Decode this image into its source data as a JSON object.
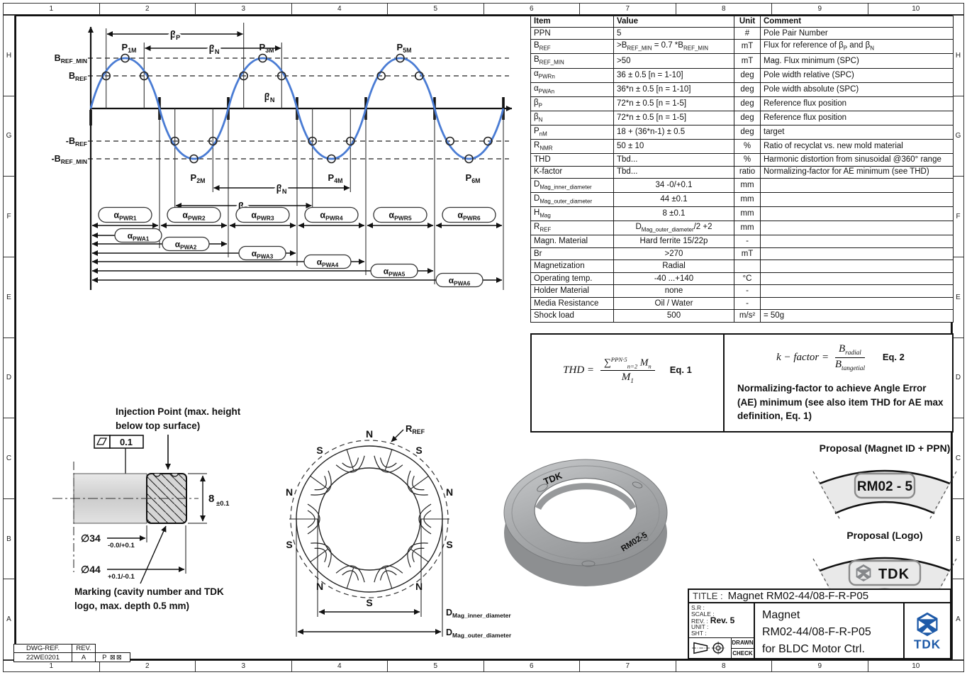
{
  "colors": {
    "wave": "#4a7cd4",
    "tdk_blue": "#1e5aa8",
    "segment_fill": "#e9e9e9"
  },
  "frame": {
    "cols": [
      "1",
      "2",
      "3",
      "4",
      "5",
      "6",
      "7",
      "8",
      "9",
      "10"
    ],
    "rows": [
      "H",
      "G",
      "F",
      "E",
      "D",
      "C",
      "B",
      "A"
    ]
  },
  "waveform": {
    "y_top": "B_{REF_MIN}",
    "y_ref": "B_{REF}",
    "y_nref": "-B_{REF}",
    "y_nmin": "-B_{REF_MIN}",
    "beta_p": "β_{P}",
    "beta_n": "β_{N}",
    "peaks": [
      "P_{1M}",
      "P_{2M}",
      "P_{3M}",
      "P_{4M}",
      "P_{5M}",
      "P_{6M}"
    ],
    "pwr": [
      "α_{PWR1}",
      "α_{PWR2}",
      "α_{PWR3}",
      "α_{PWR4}",
      "α_{PWR5}",
      "α_{PWR6}"
    ],
    "pwa": [
      "α_{PWA1}",
      "α_{PWA2}",
      "α_{PWA3}",
      "α_{PWA4}",
      "α_{PWA5}",
      "α_{PWA6}"
    ]
  },
  "spec_table": {
    "headers": [
      "Item",
      "Value",
      "Unit",
      "Comment"
    ],
    "rows": [
      {
        "item": "PPN",
        "value": "5",
        "unit": "#",
        "comment": "Pole Pair Number"
      },
      {
        "item": "B_{REF}",
        "value": ">B_{REF_MIN} = 0.7 *B_{REF_MIN}",
        "unit": "mT",
        "comment": "Flux for reference of β_{P} and β_{N}"
      },
      {
        "item": "B_{REF_MIN}",
        "value": ">50",
        "unit": "mT",
        "comment": "Mag. Flux minimum (SPC)"
      },
      {
        "item": "α_{PWRn}",
        "value": "36 ± 0.5 [n = 1-10]",
        "unit": "deg",
        "comment": "Pole width relative (SPC)"
      },
      {
        "item": "α_{PWAn}",
        "value": "36*n ± 0.5 [n = 1-10]",
        "unit": "deg",
        "comment": "Pole width absolute (SPC)"
      },
      {
        "item": "β_{P}",
        "value": "72*n ± 0.5 [n = 1-5]",
        "unit": "deg",
        "comment": "Reference flux position"
      },
      {
        "item": "β_{N}",
        "value": "72*n ± 0.5 [n = 1-5]",
        "unit": "deg",
        "comment": "Reference flux position"
      },
      {
        "item": "P_{nM}",
        "value": "18 + (36*n-1) ± 0.5",
        "unit": "deg",
        "comment": "target"
      },
      {
        "item": "R_{NMR}",
        "value": "50 ± 10",
        "unit": "%",
        "comment": "Ratio of recyclat vs. new mold material"
      },
      {
        "item": "THD",
        "value": "Tbd...",
        "unit": "%",
        "comment": "Harmonic distortion from sinusoidal @360° range"
      },
      {
        "item": "K-factor",
        "value": "Tbd...",
        "unit": "ratio",
        "comment": "Normalizing-factor for AE minimum (see THD)"
      },
      {
        "item": "D_{Mag_inner_diameter}",
        "value": "34 -0/+0.1",
        "unit": "mm",
        "comment": ""
      },
      {
        "item": "D_{Mag_outer_diameter}",
        "value": "44 ±0.1",
        "unit": "mm",
        "comment": ""
      },
      {
        "item": "H_{Mag}",
        "value": "8 ±0.1",
        "unit": "mm",
        "comment": ""
      },
      {
        "item": "R_{REF}",
        "value": "D_{Mag_outer_diameter}/2 +2",
        "unit": "mm",
        "comment": ""
      },
      {
        "item": "Magn. Material",
        "value": "Hard ferrite 15/22p",
        "unit": "-",
        "comment": ""
      },
      {
        "item": "Br",
        "value": ">270",
        "unit": "mT",
        "comment": ""
      },
      {
        "item": "Magnetization",
        "value": "Radial",
        "unit": "",
        "comment": ""
      },
      {
        "item": "Operating temp.",
        "value": "-40 ...+140",
        "unit": "°C",
        "comment": ""
      },
      {
        "item": "Holder Material",
        "value": "none",
        "unit": "-",
        "comment": ""
      },
      {
        "item": "Media Resistance",
        "value": "Oil / Water",
        "unit": "-",
        "comment": ""
      },
      {
        "item": "Shock load",
        "value": "500",
        "unit": "m/s²",
        "comment": "= 50g"
      }
    ]
  },
  "equations": {
    "eq1": {
      "lhs": "THD =",
      "num": "∑^{PPN·5}_{n=2} M_{n}",
      "den": "M_{1}",
      "label": "Eq. 1"
    },
    "eq2": {
      "lhs": "k − factor =",
      "num": "B_{radial}",
      "den": "B_{tangetial}",
      "label": "Eq. 2",
      "note": "Normalizing-factor to achieve Angle Error (AE) minimum (see also item THD for AE max definition, Eq. 1)"
    }
  },
  "cross_section": {
    "injection_l1": "Injection Point (max. height",
    "injection_l2": "below top surface)",
    "fcf_value": "0.1",
    "height_dim": "8",
    "height_tol": "±0.1",
    "dia_inner": "∅34",
    "dia_inner_tol": "-0.0/+0.1",
    "dia_outer": "∅44",
    "dia_outer_tol": "+0.1/-0.1",
    "marking_l1": "Marking (cavity number and TDK",
    "marking_l2": "logo, max. depth 0.5 mm)"
  },
  "pole_diagram": {
    "r_ref": "R_{REF}",
    "pole_sequence": [
      "N",
      "S",
      "N",
      "S",
      "N",
      "S",
      "N",
      "S",
      "N",
      "S"
    ],
    "dim_inner": "D_{Mag_inner_diameter}",
    "dim_outer": "D_{Mag_outer_diameter}"
  },
  "ring_render": {
    "marking_top": "TDK",
    "marking_bottom": "RM02-5"
  },
  "proposal": {
    "id_title": "Proposal (Magnet ID + PPN)",
    "id_text": "RM02 - 5",
    "logo_title": "Proposal (Logo)",
    "logo_text": "TDK"
  },
  "title_block": {
    "title_label": "TITLE :",
    "title": "Magnet RM02-44/08-F-R-P05",
    "sr": "S.R :",
    "scale": "SCALE :",
    "rev_label": "REV. :",
    "rev": "Rev. 5",
    "unit": "UNIT :",
    "sht": "SHT :",
    "drawn": "DRAWN",
    "check": "CHECK",
    "product_l1": "Magnet",
    "product_l2": "RM02-44/08-F-R-P05",
    "product_l3": "for BLDC Motor Ctrl.",
    "logo_text": "TDK"
  },
  "dwg_ref": {
    "label": "DWG-REF.",
    "rev_label": "REV.",
    "number": "22WE0201",
    "rev": "A",
    "extra": "P ⊠⊠"
  }
}
